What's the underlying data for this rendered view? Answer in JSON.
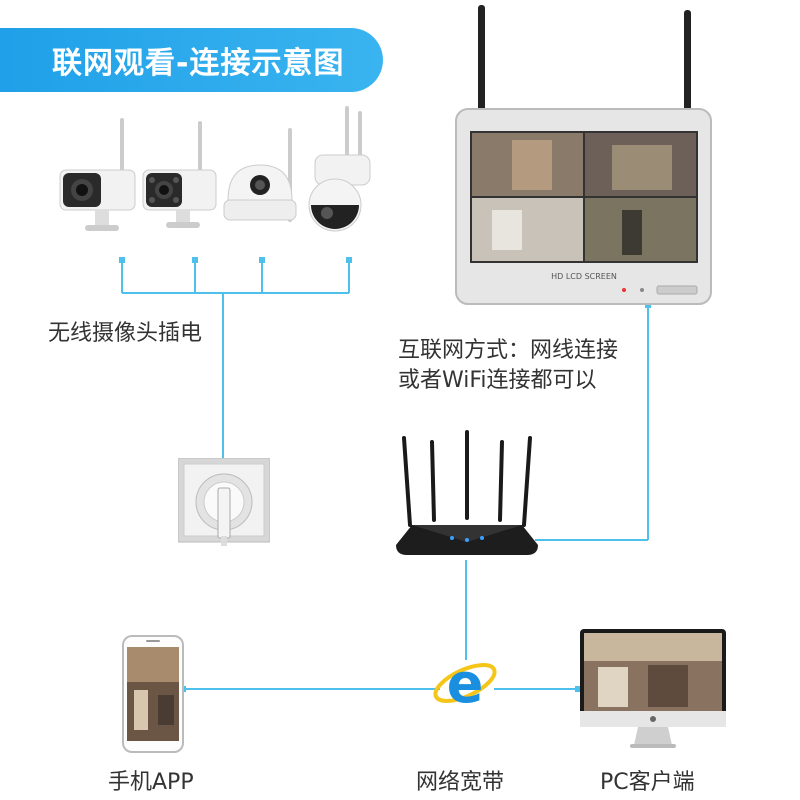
{
  "title": "联网观看-连接示意图",
  "labels": {
    "cameras": "无线摄像头插电",
    "connection_line1": "互联网方式：网线连接",
    "connection_line2": "或者WiFi连接都可以",
    "phone": "手机APP",
    "broadband": "网络宽带",
    "pc": "PC客户端"
  },
  "nvr_screen_text": "HD LCD SCREEN",
  "colors": {
    "accent": "#1fa0e8",
    "line": "#4dc0ec",
    "text": "#333333"
  },
  "icons": [
    "bullet-camera-icon",
    "bullet-camera-icon",
    "dome-camera-icon",
    "ptz-camera-icon",
    "nvr-monitor-icon",
    "power-socket-icon",
    "router-icon",
    "ie-browser-icon",
    "smartphone-icon",
    "imac-icon"
  ]
}
